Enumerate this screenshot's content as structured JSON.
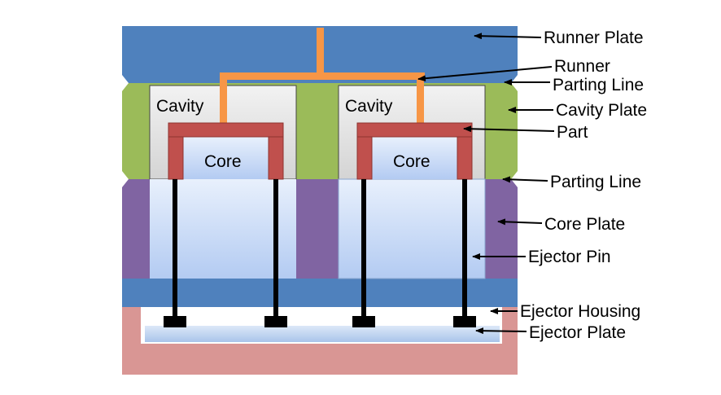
{
  "colors": {
    "runner_plate": "#4f81bd",
    "cavity_plate": "#9bbb59",
    "core_plate": "#8064a2",
    "ejector_housing_bottom": "#4f81bd",
    "ejector_housing": "#d99694",
    "runner": "#f79646",
    "part": "#c0504d",
    "cavity_fill": "#e6e6e6",
    "core_fill": "#c9dcf8",
    "ejector_plate": "#c6d9f1",
    "pin": "#000000"
  },
  "diagram": {
    "cavities": [
      {
        "cavity_label": "Cavity",
        "core_label": "Core"
      },
      {
        "cavity_label": "Cavity",
        "core_label": "Core"
      }
    ],
    "callouts": {
      "runner_plate": "Runner Plate",
      "runner": "Runner",
      "parting_line_top": "Parting Line",
      "cavity_plate": "Cavity Plate",
      "part": "Part",
      "parting_line_bottom": "Parting Line",
      "core_plate": "Core Plate",
      "ejector_pin": "Ejector Pin",
      "ejector_housing": "Ejector Housing",
      "ejector_plate": "Ejector Plate"
    }
  }
}
